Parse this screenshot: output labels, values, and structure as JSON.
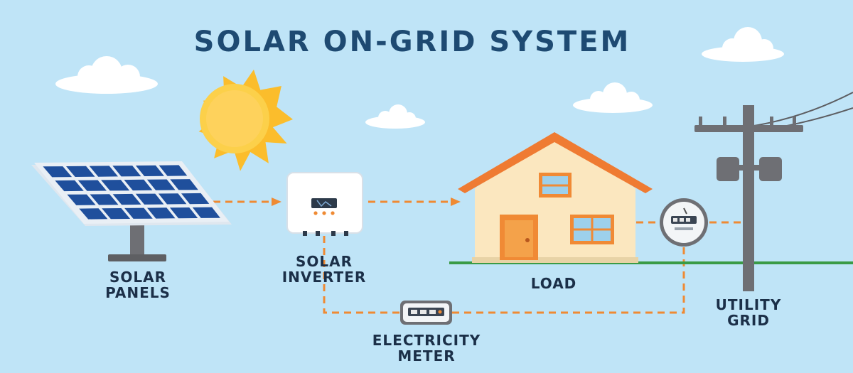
{
  "title": "SOLAR ON-GRID SYSTEM",
  "labels": {
    "solar_panels": [
      "SOLAR",
      "PANELS"
    ],
    "solar_inverter": [
      "SOLAR",
      "INVERTER"
    ],
    "load": "LOAD",
    "utility_grid": [
      "UTILITY",
      "GRID"
    ],
    "electricity_meter": [
      "ELECTRICITY",
      "METER"
    ]
  },
  "colors": {
    "sky": "#bfe4f7",
    "title": "#1e4a72",
    "label": "#1b2f48",
    "flow_line": "#ef8a33",
    "sun": "#fbbd2c",
    "panel_cell": "#1f4f9c",
    "roof": "#ef7b32",
    "wall": "#fbe7bf",
    "door": "#f08a35",
    "ground": "#3a9b46",
    "pole": "#6e6f74"
  },
  "icons": [
    "sun-icon",
    "cloud-icon",
    "solar-panel-icon",
    "inverter-icon",
    "house-icon",
    "electricity-meter-icon",
    "utility-pole-icon"
  ]
}
